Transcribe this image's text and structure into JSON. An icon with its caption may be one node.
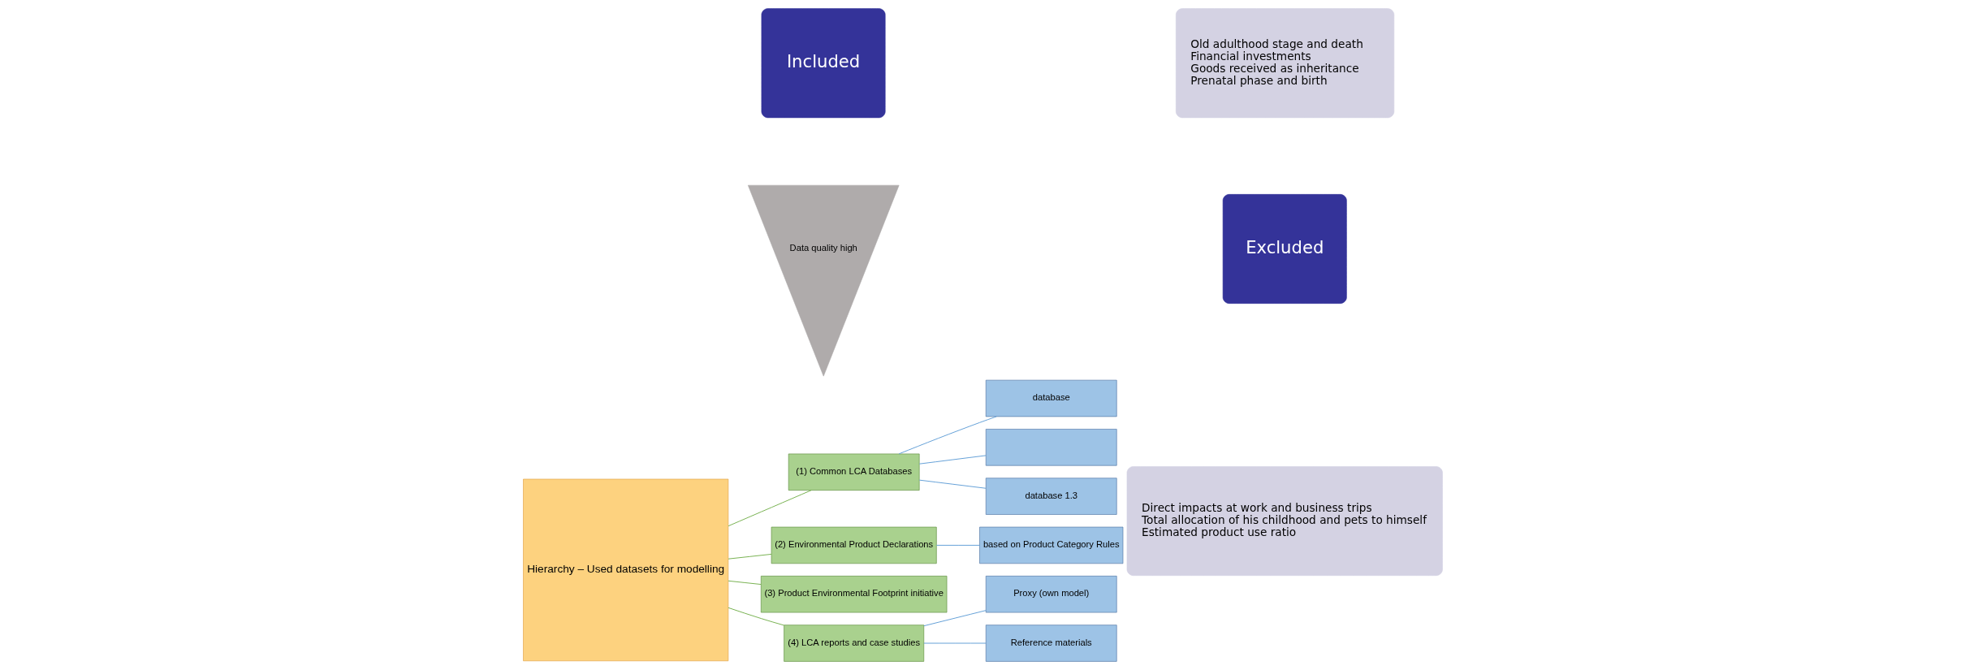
{
  "diagram": {
    "nodes": [
      {
        "text": [
          "Hierarchy – Used datasets for modelling"
        ]
      },
      {
        "text": [
          "(1) Common LCA Databases"
        ]
      },
      {
        "text": [
          "database"
        ]
      },
      {
        "text": [],
        "shape": "box"
      },
      {
        "text": [
          "database 1.3"
        ]
      },
      {
        "text": [
          "(2) Environmental Product Declarations"
        ]
      },
      {
        "text": [
          "based on Product Category Rules"
        ]
      },
      {
        "text": [
          "(3) Product Environmental Footprint initiative"
        ]
      },
      {
        "text": [
          "(4) LCA reports and case studies"
        ]
      },
      {
        "text": [
          "Proxy (own model)"
        ]
      },
      {
        "text": [
          "Reference materials"
        ]
      },
      {
        "text": [
          "Data quality high"
        ]
      },
      {
        "text": [
          "Included"
        ]
      },
      {
        "text": [
          "Direct impacts at work and business trips",
          "Total allocation of his childhood and pets to himself",
          "Estimated product use ratio"
        ]
      },
      {
        "text": [
          "Excluded"
        ]
      },
      {
        "text": [
          "Old adulthood stage and death",
          "Financial investments",
          "Goods received as inheritance",
          "Prenatal phase and birth"
        ]
      }
    ],
    "edges": [
      {
        "from": 0,
        "to": 1,
        "arrow": "none",
        "color": "#70ad47"
      },
      {
        "from": 0,
        "to": 5,
        "arrow": "none",
        "color": "#70ad47"
      },
      {
        "from": 0,
        "to": 7,
        "arrow": "none",
        "color": "#70ad47"
      },
      {
        "from": 0,
        "to": 8,
        "arrow": "none",
        "color": "#70ad47"
      },
      {
        "from": 1,
        "to": 2,
        "arrow": "none"
      },
      {
        "from": 1,
        "to": 3,
        "arrow": "none"
      },
      {
        "from": 1,
        "to": 4,
        "arrow": "none"
      },
      {
        "from": 5,
        "to": 6,
        "arrow": "none"
      },
      {
        "from": 8,
        "to": 9,
        "arrow": "none"
      },
      {
        "from": 8,
        "to": 10,
        "arrow": "none"
      }
    ]
  }
}
